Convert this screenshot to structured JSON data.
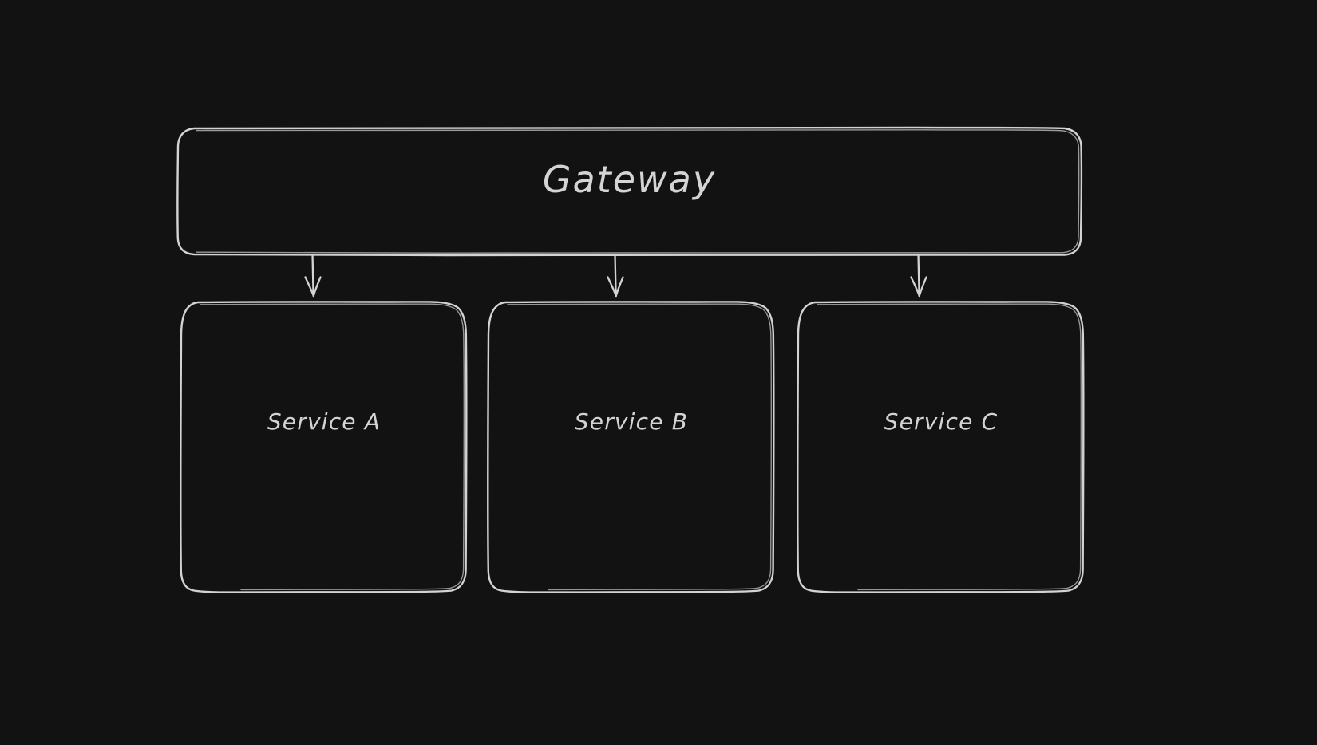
{
  "diagram": {
    "type": "flowchart",
    "title": "Gateway to Services architecture diagram",
    "style": "hand-drawn-sketch",
    "background_color": "#121212",
    "stroke_color": "#d3d3d3",
    "text_color": "#d4d4d4",
    "root": {
      "id": "gateway",
      "label": "Gateway",
      "shape": "rounded-rectangle"
    },
    "children": [
      {
        "id": "service-a",
        "label": "Service A",
        "shape": "rounded-rectangle"
      },
      {
        "id": "service-b",
        "label": "Service B",
        "shape": "rounded-rectangle"
      },
      {
        "id": "service-c",
        "label": "Service C",
        "shape": "rounded-rectangle"
      }
    ],
    "edges": [
      {
        "id": "edge-gateway-service-a",
        "from": "Gateway",
        "to": "Service A",
        "arrow": "down",
        "label": ""
      },
      {
        "id": "edge-gateway-service-b",
        "from": "Gateway",
        "to": "Service B",
        "arrow": "down",
        "label": ""
      },
      {
        "id": "edge-gateway-service-c",
        "from": "Gateway",
        "to": "Service C",
        "arrow": "down",
        "label": ""
      }
    ]
  }
}
